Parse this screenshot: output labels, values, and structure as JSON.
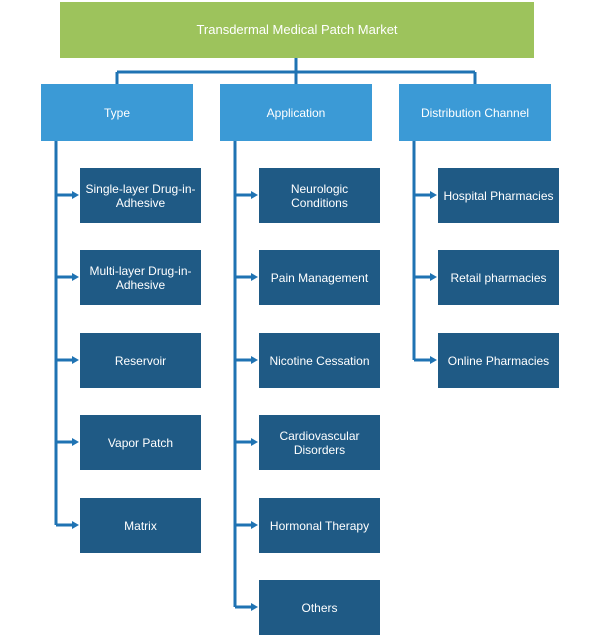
{
  "colors": {
    "root": "#9dc35c",
    "category": "#3b9ad6",
    "leaf": "#1f5a85",
    "connector": "#1f73b3"
  },
  "root": {
    "label": "Transdermal Medical Patch Market"
  },
  "categories": [
    {
      "label": "Type",
      "items": [
        "Single-layer Drug-in-Adhesive",
        "Multi-layer Drug-in-Adhesive",
        "Reservoir",
        "Vapor Patch",
        "Matrix"
      ]
    },
    {
      "label": "Application",
      "items": [
        "Neurologic Conditions",
        "Pain Management",
        "Nicotine Cessation",
        "Cardiovascular Disorders",
        "Hormonal Therapy",
        "Others"
      ]
    },
    {
      "label": "Distribution Channel",
      "items": [
        "Hospital Pharmacies",
        "Retail pharmacies",
        "Online Pharmacies"
      ]
    }
  ]
}
